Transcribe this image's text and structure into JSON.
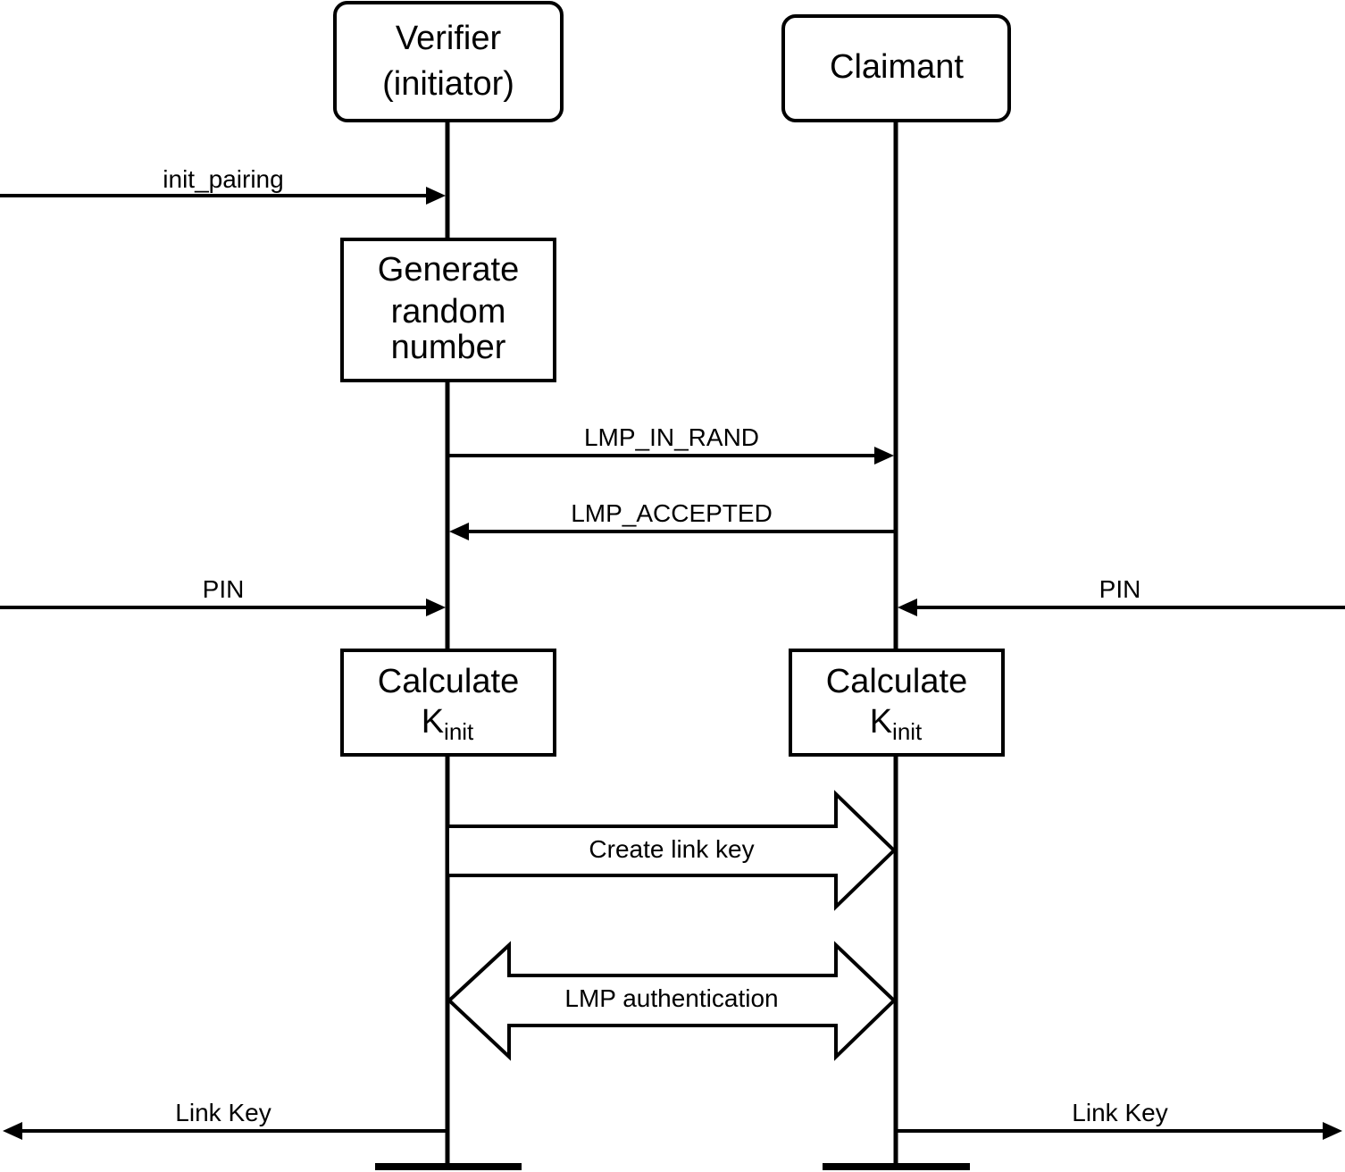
{
  "participants": {
    "verifier": {
      "line1": "Verifier",
      "line2": "(initiator)"
    },
    "claimant": {
      "label": "Claimant"
    }
  },
  "messages": {
    "init_pairing": "init_pairing",
    "lmp_in_rand": "LMP_IN_RAND",
    "lmp_accepted": "LMP_ACCEPTED",
    "pin_left": "PIN",
    "pin_right": "PIN",
    "create_link_key": "Create link key",
    "lmp_authentication": "LMP authentication",
    "link_key_left": "Link Key",
    "link_key_right": "Link Key"
  },
  "processes": {
    "generate": {
      "line1": "Generate",
      "line2": "random",
      "line3": "number"
    },
    "calc_left": {
      "main": "Calculate",
      "k": "K",
      "sub": "init"
    },
    "calc_right": {
      "main": "Calculate",
      "k": "K",
      "sub": "init"
    }
  }
}
